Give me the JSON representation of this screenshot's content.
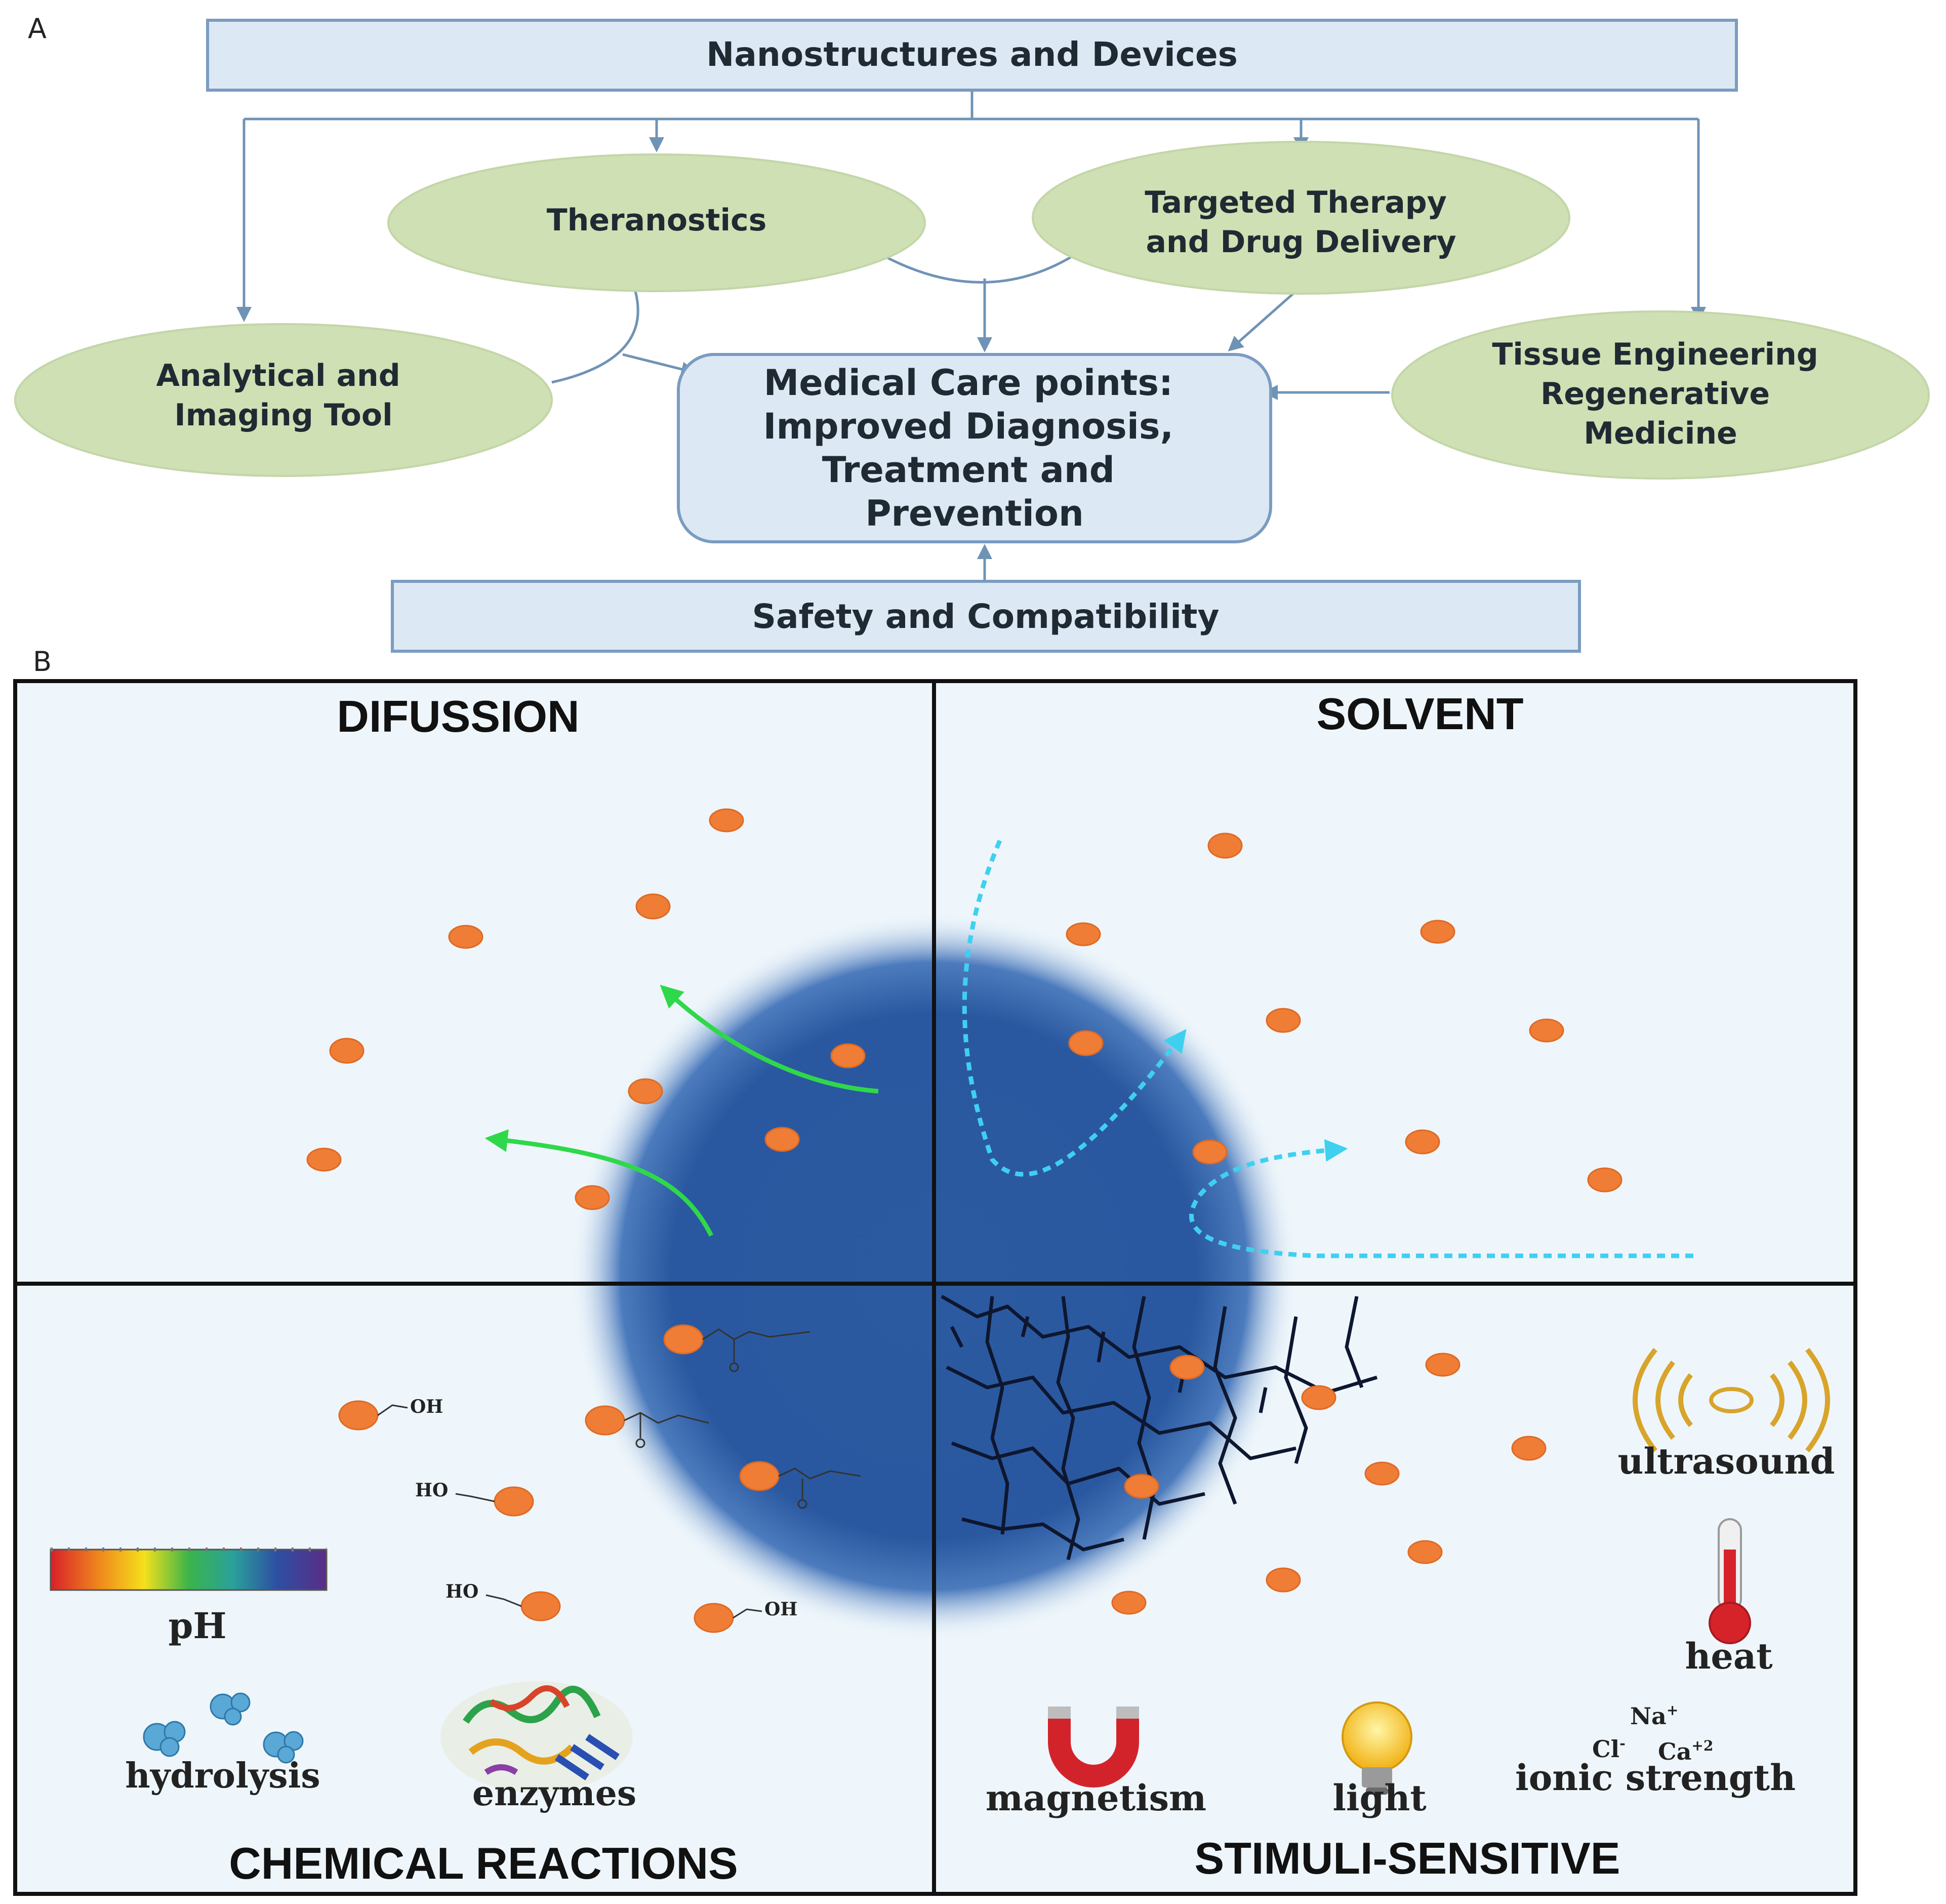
{
  "panel_a": {
    "letter": "A",
    "top_box": "Nanostructures and Devices",
    "bottom_box": "Safety and Compatibility",
    "center": {
      "lines": [
        "Medical Care points:",
        "Improved Diagnosis,",
        "Treatment and",
        "Prevention"
      ]
    },
    "ellipses": {
      "theranostics": [
        "Theranostics"
      ],
      "targeted": [
        "Targeted Therapy",
        "and Drug Delivery"
      ],
      "analytical": [
        "Analytical and",
        "Imaging Tool"
      ],
      "tissue": [
        "Tissue Engineering",
        "Regenerative",
        "Medicine"
      ]
    },
    "colors": {
      "box_fill": "#dde8f5",
      "box_stroke": "#7a9cc0",
      "ellipse_fill": "#cfe0b4",
      "arrow": "#6f93b5"
    }
  },
  "panel_b": {
    "letter": "B",
    "quadrants": {
      "top_left": "DIFUSSION",
      "top_right": "SOLVENT",
      "bottom_left": "CHEMICAL REACTIONS",
      "bottom_right": "STIMULI-SENSITIVE"
    },
    "chem": {
      "oh": "OH",
      "ho": "HO",
      "ph": "pH",
      "hydrolysis": "hydrolysis",
      "enzymes": "enzymes"
    },
    "stimuli": {
      "ultrasound": "ultrasound",
      "heat": "heat",
      "magnetism": "magnetism",
      "light": "light",
      "na": "Na",
      "na_sup": "+",
      "cl": "Cl",
      "cl_sup": "-",
      "ca": "Ca",
      "ca_sup": "+2",
      "ionic": "ionic strength"
    },
    "colors": {
      "sphere": "#2e5a9e",
      "particle": "#ef7d36",
      "green_arrow": "#2fd84a",
      "cyan_arrow": "#3fd0f0",
      "background": "#eef6fb"
    }
  }
}
